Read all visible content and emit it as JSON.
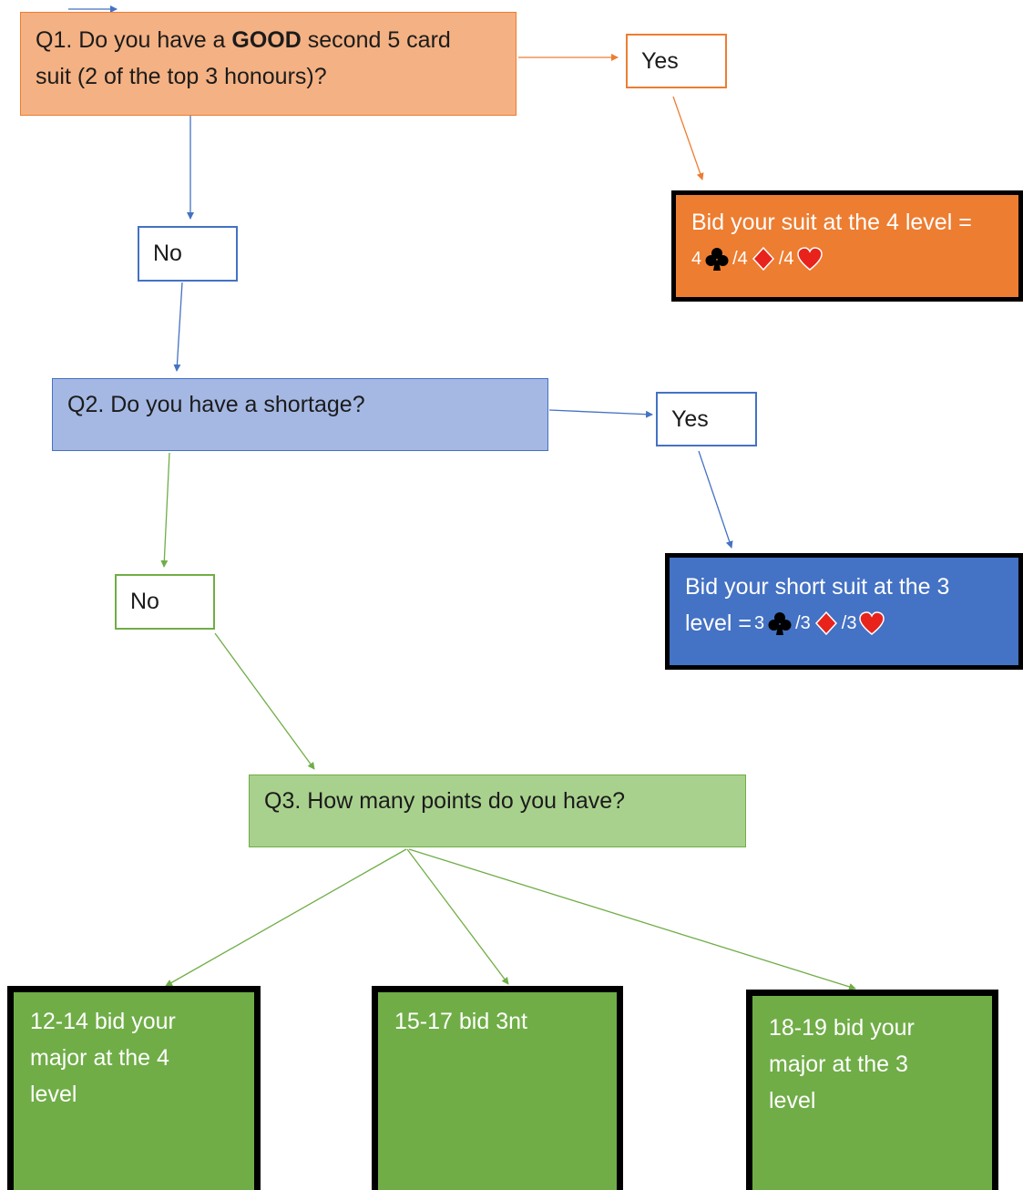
{
  "q1": {
    "line1_pre": "Q1. Do you have a ",
    "line1_bold": "GOOD",
    "line1_post": " second 5 card",
    "line2": "suit (2 of the top 3 honours)?",
    "yes": "Yes",
    "no": "No",
    "result": {
      "line1": "Bid your suit at the 4 level =",
      "bids": [
        "4",
        "/4",
        "/4"
      ]
    }
  },
  "q2": {
    "text": "Q2. Do you have a shortage?",
    "yes": "Yes",
    "no": "No",
    "result": {
      "line1": "Bid your short suit at the 3",
      "line2_prefix": "level = ",
      "bids": [
        "3",
        "/3",
        "/3"
      ]
    }
  },
  "q3": {
    "text": "Q3. How many points do you have?",
    "results": [
      {
        "lines": [
          "12-14 bid your",
          "major at the 4",
          "level"
        ]
      },
      {
        "lines": [
          "15-17 bid 3nt"
        ]
      },
      {
        "lines": [
          "18-19 bid your",
          "major at the 3",
          "level"
        ]
      }
    ]
  },
  "colors": {
    "orange": "#ed7d31",
    "orange_light": "#f4b183",
    "blue": "#4472c4",
    "blue_light": "#a5b8e3",
    "green": "#70ad47",
    "green_light": "#a9d18e",
    "suit_red": "#e8231c"
  },
  "icons": [
    "club-icon",
    "diamond-icon",
    "heart-icon"
  ]
}
